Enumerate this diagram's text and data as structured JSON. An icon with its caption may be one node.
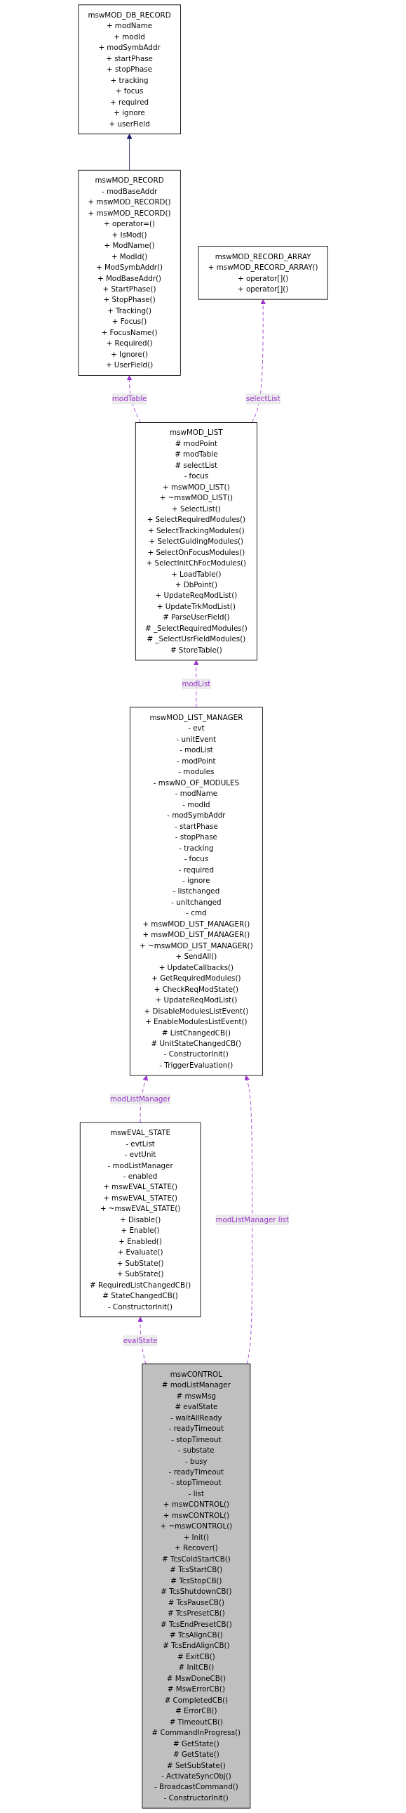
{
  "diagram": {
    "nodes": [
      {
        "text": [
          "mswMOD_DB_RECORD",
          "+ modName",
          "+ modId",
          "+ modSymbAddr",
          "+ startPhase",
          "+ stopPhase",
          "+ tracking",
          "+ focus",
          "+ required",
          "+ ignore",
          "+ userField"
        ]
      },
      {
        "text": [
          "mswMOD_RECORD",
          "- modBaseAddr",
          "+ mswMOD_RECORD()",
          "+ mswMOD_RECORD()",
          "+ operator=()",
          "+ IsMod()",
          "+ ModName()",
          "+ ModId()",
          "+ ModSymbAddr()",
          "+ ModBaseAddr()",
          "+ StartPhase()",
          "+ StopPhase()",
          "+ Tracking()",
          "+ Focus()",
          "+ FocusName()",
          "+ Required()",
          "+ Ignore()",
          "+ UserField()"
        ]
      },
      {
        "text": [
          "mswMOD_RECORD_ARRAY",
          "+ mswMOD_RECORD_ARRAY()",
          "+ operator[]()",
          "+ operator[]()"
        ]
      },
      {
        "text": [
          "mswMOD_LIST",
          "# modPoint",
          "# modTable",
          "# selectList",
          "- focus",
          "+ mswMOD_LIST()",
          "+ ~mswMOD_LIST()",
          "+ SelectList()",
          "+ SelectRequiredModules()",
          "+ SelectTrackingModules()",
          "+ SelectGuidingModules()",
          "+ SelectOnFocusModules()",
          "+ SelectInitChFocModules()",
          "+ LoadTable()",
          "+ DbPoint()",
          "+ UpdateReqModList()",
          "+ UpdateTrkModList()",
          "# ParseUserField()",
          "# _SelectRequiredModules()",
          "# _SelectUsrFieldModules()",
          "# StoreTable()"
        ]
      },
      {
        "text": [
          "mswMOD_LIST_MANAGER",
          "- evt",
          "- unitEvent",
          "- modList",
          "- modPoint",
          "- modules",
          "- mswNO_OF_MODULES",
          "- modName",
          "- modId",
          "- modSymbAddr",
          "- startPhase",
          "- stopPhase",
          "- tracking",
          "- focus",
          "- required",
          "- ignore",
          "- listchanged",
          "- unitchanged",
          "- cmd",
          "+ mswMOD_LIST_MANAGER()",
          "+ mswMOD_LIST_MANAGER()",
          "+ ~mswMOD_LIST_MANAGER()",
          "+ SendAll()",
          "+ UpdateCallbacks()",
          "+ GetRequiredModules()",
          "+ CheckReqModState()",
          "+ UpdateReqModList()",
          "+ DisableModulesListEvent()",
          "+ EnableModulesListEvent()",
          "# ListChangedCB()",
          "# UnitStateChangedCB()",
          "- ConstructorInit()",
          "- TriggerEvaluation()"
        ]
      },
      {
        "text": [
          "mswEVAL_STATE",
          "- evtList",
          "- evtUnit",
          "- modListManager",
          "- enabled",
          "+ mswEVAL_STATE()",
          "+ mswEVAL_STATE()",
          "+ ~mswEVAL_STATE()",
          "+ Disable()",
          "+ Enable()",
          "+ Enabled()",
          "+ Evaluate()",
          "+ SubState()",
          "+ SubState()",
          "# RequiredListChangedCB()",
          "# StateChangedCB()",
          "- ConstructorInit()"
        ]
      },
      {
        "text": [
          "mswCONTROL",
          "# modListManager",
          "# mswMsg",
          "# evalState",
          "- waitAllReady",
          "- readyTimeout",
          "- stopTimeout",
          "- substate",
          "- busy",
          "- readyTimeout",
          "- stopTimeout",
          "- list",
          "+ mswCONTROL()",
          "+ mswCONTROL()",
          "+ ~mswCONTROL()",
          "+ Init()",
          "+ Recover()",
          "# TcsColdStartCB()",
          "# TcsStartCB()",
          "# TcsStopCB()",
          "# TcsShutdownCB()",
          "# TcsPauseCB()",
          "# TcsPresetCB()",
          "# TcsEndPresetCB()",
          "# TcsAlignCB()",
          "# TcsEndAlignCB()",
          "# ExitCB()",
          "# InitCB()",
          "# MswDoneCB()",
          "# MswErrorCB()",
          "# CompletedCB()",
          "# ErrorCB()",
          "# TimeoutCB()",
          "# CommandInProgress()",
          "# GetState()",
          "# GetState()",
          "# SetSubState()",
          "- ActivateSyncObj()",
          "- BroadcastCommand()",
          "- ConstructorInit()"
        ]
      }
    ],
    "edges": [
      {
        "from": 1,
        "to": 0,
        "arrow": "to",
        "color": "#191970"
      },
      {
        "from": 3,
        "to": 1,
        "arrow": "to",
        "label": "modTable",
        "style": "dashed"
      },
      {
        "from": 3,
        "to": 2,
        "arrow": "to",
        "label": "selectList",
        "style": "dashed"
      },
      {
        "from": 4,
        "to": 3,
        "arrow": "to",
        "label": "modList",
        "style": "dashed"
      },
      {
        "from": 5,
        "to": 4,
        "arrow": "to",
        "label": "modListManager",
        "style": "dashed"
      },
      {
        "from": 6,
        "to": 4,
        "arrow": "to",
        "label": "modListManager list",
        "style": "dashed"
      },
      {
        "from": 6,
        "to": 5,
        "arrow": "to",
        "label": "evalState",
        "style": "dashed"
      }
    ]
  }
}
